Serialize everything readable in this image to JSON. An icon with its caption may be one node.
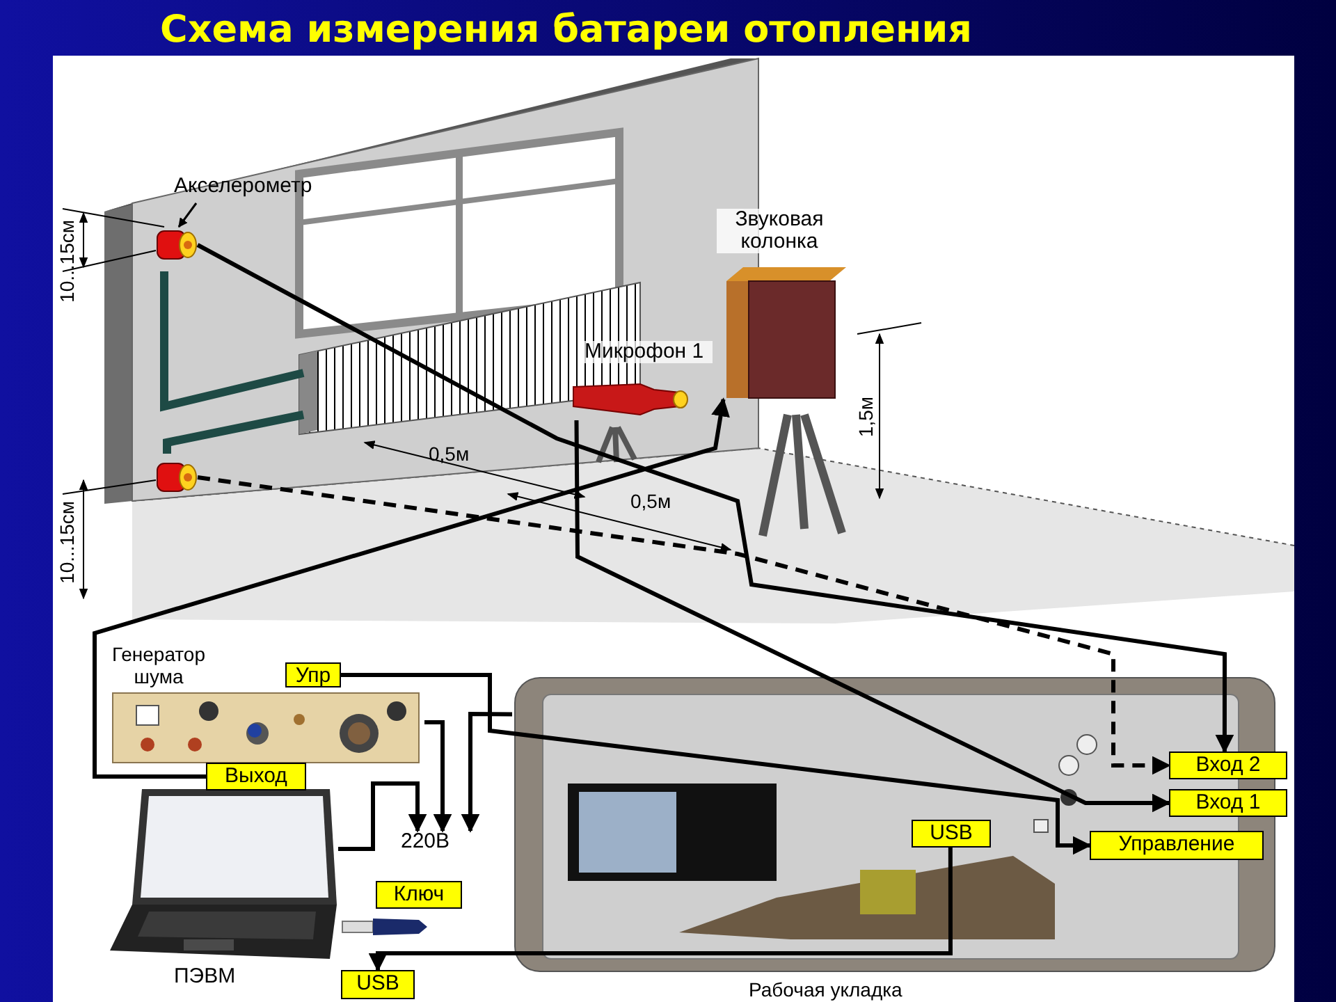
{
  "diagram": {
    "title": "Схема измерения батареи отопления",
    "nodes": [
      {
        "text": [
          "Акселерометр"
        ]
      },
      {
        "text": [],
        "shape": "cylinder"
      },
      {
        "text": [],
        "shape": "cylinder"
      },
      {
        "text": [
          "Микрофон 1"
        ]
      },
      {
        "text": [
          "Звуковая колонка"
        ]
      },
      {
        "text": [
          "Генератор шума"
        ]
      },
      {
        "text": [
          "Упр"
        ]
      },
      {
        "text": [
          "Выход"
        ]
      },
      {
        "text": [
          "ПЭВМ"
        ]
      },
      {
        "text": [
          "USB"
        ]
      },
      {
        "text": [
          "Ключ"
        ]
      },
      {
        "text": [
          "220В"
        ]
      },
      {
        "text": [
          "Рабочая укладка"
        ]
      },
      {
        "text": [
          "Вход 2"
        ],
        "in": 12
      },
      {
        "text": [
          "Вход 1"
        ],
        "in": 12
      },
      {
        "text": [
          "Управление"
        ],
        "in": 12
      },
      {
        "text": [
          "USB"
        ],
        "in": 12
      }
    ],
    "edges": [
      {
        "from": 0,
        "to": 1,
        "arrow": "to"
      },
      {
        "from": 1,
        "to": 13,
        "arrow": "to"
      },
      {
        "from": 2,
        "to": 13,
        "arrow": "to",
        "style": "dashed"
      },
      {
        "from": 3,
        "to": 14,
        "arrow": "to"
      },
      {
        "from": 7,
        "to": 4,
        "arrow": "to"
      },
      {
        "from": 6,
        "to": 15,
        "arrow": "to"
      },
      {
        "from": 16,
        "to": 9,
        "arrow": "to"
      },
      {
        "from": 8,
        "to": 11,
        "arrow": "to"
      },
      {
        "from": 5,
        "to": 11,
        "arrow": "to"
      },
      {
        "from": 12,
        "to": 11,
        "arrow": "to"
      }
    ],
    "labels": [
      "10...15см",
      "10...15см",
      "0,5м",
      "0,5м",
      "1,5м"
    ]
  }
}
